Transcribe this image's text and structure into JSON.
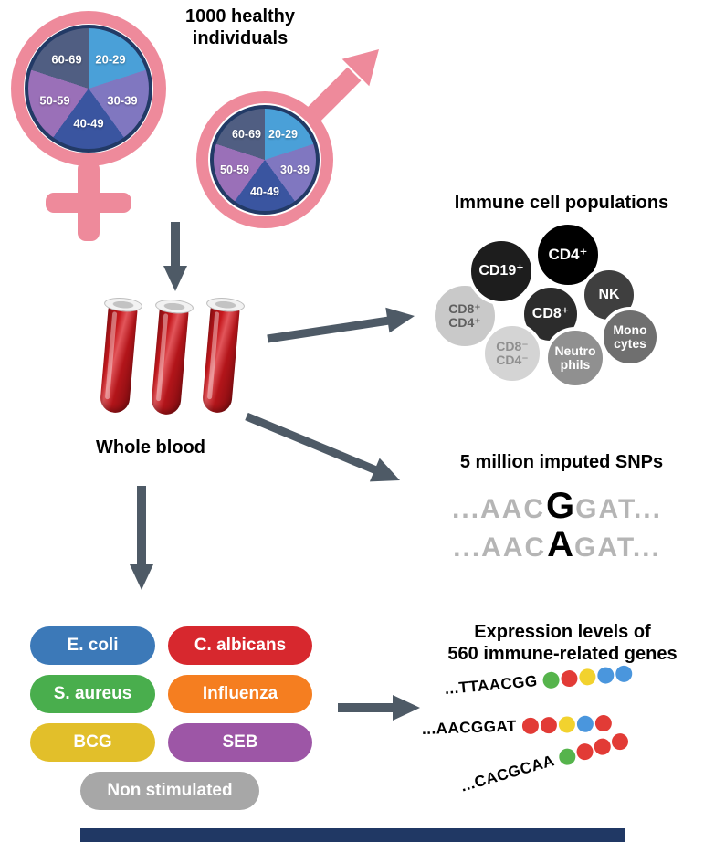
{
  "header": {
    "title": "1000 healthy\nindividuals"
  },
  "arrow_color": "#4e5a66",
  "footer_color": "#203864",
  "demographics": {
    "symbol_color": "#ee8a9b",
    "pie_border_color": "#223a66",
    "age_segments": [
      {
        "label": "20-29",
        "color": "#4aa0d8"
      },
      {
        "label": "30-39",
        "color": "#8077c0"
      },
      {
        "label": "40-49",
        "color": "#3a55a0"
      },
      {
        "label": "50-59",
        "color": "#9a70b8"
      },
      {
        "label": "60-69",
        "color": "#505e82"
      }
    ]
  },
  "whole_blood": {
    "label": "Whole blood"
  },
  "immune": {
    "title": "Immune cell populations",
    "cells": [
      {
        "label": "CD8⁺\nCD4⁺",
        "color": "#c9c9c9",
        "text": "#5f5f5f"
      },
      {
        "label": "CD19⁺",
        "color": "#1d1d1d",
        "text": "#ffffff"
      },
      {
        "label": "CD4⁺",
        "color": "#000000",
        "text": "#ffffff"
      },
      {
        "label": "NK",
        "color": "#3f3f3f",
        "text": "#ffffff"
      },
      {
        "label": "CD8⁺",
        "color": "#2c2c2c",
        "text": "#ffffff"
      },
      {
        "label": "CD8⁻\nCD4⁻",
        "color": "#d4d4d4",
        "text": "#8f8f8f"
      },
      {
        "label": "Mono\ncytes",
        "color": "#6f6f6f",
        "text": "#ffffff"
      },
      {
        "label": "Neutro\nphils",
        "color": "#909090",
        "text": "#ffffff"
      }
    ]
  },
  "snps": {
    "title": "5 million imputed SNPs",
    "lines": [
      {
        "pre": "...AAC",
        "snp": "G",
        "post": "GAT..."
      },
      {
        "pre": "...AAC",
        "snp": "A",
        "post": "GAT..."
      }
    ]
  },
  "stimulations": [
    {
      "label": "E. coli",
      "color": "#3c79b8"
    },
    {
      "label": "C. albicans",
      "color": "#d7282e"
    },
    {
      "label": "S. aureus",
      "color": "#49ae4d"
    },
    {
      "label": "Influenza",
      "color": "#f57e20"
    },
    {
      "label": "BCG",
      "color": "#e2bf2a"
    },
    {
      "label": "SEB",
      "color": "#9d56a6"
    },
    {
      "label": "Non stimulated",
      "color": "#a7a7a7"
    }
  ],
  "expression": {
    "title": "Expression levels of\n560 immune-related genes",
    "bead_colors": {
      "green": "#56b44c",
      "red": "#e23b36",
      "yellow": "#f2d22e",
      "blue": "#4a96dd"
    },
    "rows": [
      {
        "seq": "...TTAACGG",
        "beads": [
          "green",
          "red",
          "yellow",
          "blue",
          "blue"
        ]
      },
      {
        "seq": "...AACGGAT",
        "beads": [
          "red",
          "red",
          "yellow",
          "blue",
          "red"
        ]
      },
      {
        "seq": "...CACGCAA",
        "beads": [
          "green",
          "red",
          "red",
          "red"
        ]
      }
    ]
  }
}
